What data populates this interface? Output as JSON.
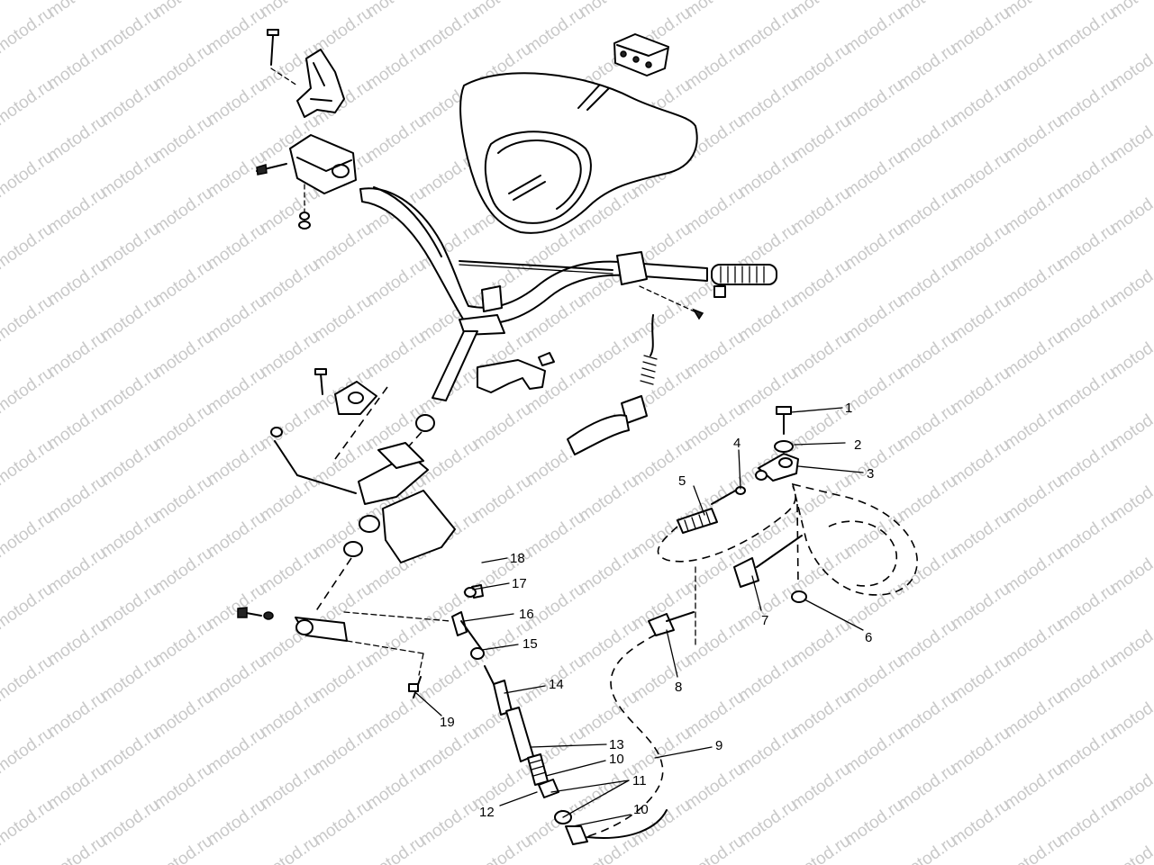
{
  "watermark": "motod.ru",
  "callouts": [
    {
      "id": "1",
      "text": "1"
    },
    {
      "id": "2",
      "text": "2"
    },
    {
      "id": "3",
      "text": "3"
    },
    {
      "id": "4",
      "text": "4"
    },
    {
      "id": "5",
      "text": "5"
    },
    {
      "id": "6",
      "text": "6"
    },
    {
      "id": "7",
      "text": "7"
    },
    {
      "id": "8",
      "text": "8"
    },
    {
      "id": "9",
      "text": "9"
    },
    {
      "id": "10a",
      "text": "10"
    },
    {
      "id": "10b",
      "text": "10"
    },
    {
      "id": "11",
      "text": "11"
    },
    {
      "id": "12",
      "text": "12"
    },
    {
      "id": "13",
      "text": "13"
    },
    {
      "id": "14",
      "text": "14"
    },
    {
      "id": "15",
      "text": "15"
    },
    {
      "id": "16",
      "text": "16"
    },
    {
      "id": "17",
      "text": "17"
    },
    {
      "id": "18",
      "text": "18"
    },
    {
      "id": "19",
      "text": "19"
    }
  ]
}
